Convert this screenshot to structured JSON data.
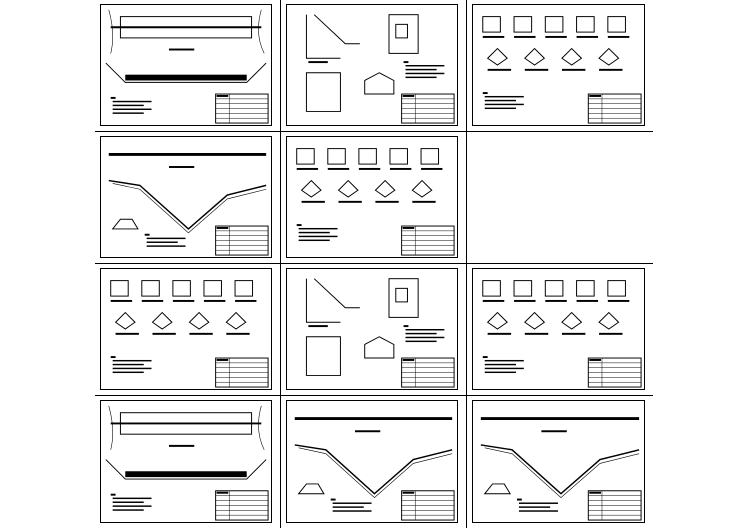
{
  "layout": {
    "rows": 4,
    "columns": 3
  },
  "sheets": [
    {
      "row": 0,
      "col": 0,
      "kind": "plan",
      "empty": false
    },
    {
      "row": 0,
      "col": 1,
      "kind": "section",
      "empty": false
    },
    {
      "row": 0,
      "col": 2,
      "kind": "details",
      "empty": false
    },
    {
      "row": 1,
      "col": 0,
      "kind": "profile",
      "empty": false
    },
    {
      "row": 1,
      "col": 1,
      "kind": "details",
      "empty": false
    },
    {
      "row": 1,
      "col": 2,
      "kind": "none",
      "empty": true
    },
    {
      "row": 2,
      "col": 0,
      "kind": "details",
      "empty": false
    },
    {
      "row": 2,
      "col": 1,
      "kind": "section",
      "empty": false
    },
    {
      "row": 2,
      "col": 2,
      "kind": "details",
      "empty": false
    },
    {
      "row": 3,
      "col": 0,
      "kind": "plan",
      "empty": false
    },
    {
      "row": 3,
      "col": 1,
      "kind": "profile",
      "empty": false
    },
    {
      "row": 3,
      "col": 2,
      "kind": "profile",
      "empty": false
    }
  ]
}
